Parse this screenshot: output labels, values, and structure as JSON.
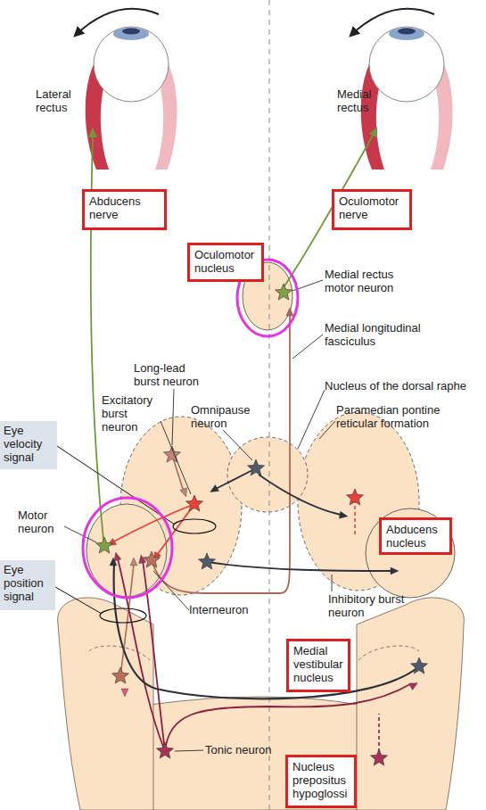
{
  "diagram": {
    "nodes": [
      {
        "text": [
          "Abducens nerve"
        ]
      },
      {
        "text": [
          "Oculomotor nerve"
        ]
      },
      {
        "text": [
          "Oculomotor nucleus"
        ]
      },
      {
        "text": [
          "Eye velocity signal"
        ]
      },
      {
        "text": [
          "Abducens nucleus"
        ]
      },
      {
        "text": [
          "Eye position signal"
        ]
      },
      {
        "text": [
          "Medial vestibular nucleus"
        ]
      },
      {
        "text": [
          "Nucleus prepositus hypoglossi"
        ]
      }
    ],
    "labels": [
      "Lateral rectus",
      "Medial rectus",
      "Medial rectus motor neuron",
      "Medial longitudinal fasciculus",
      "Long-lead burst neuron",
      "Nucleus of the dorsal raphe",
      "Excitatory burst neuron",
      "Omnipause neuron",
      "Paramedian pontine reticular formation",
      "Motor neuron",
      "Inhibitory burst neuron",
      "Interneuron",
      "Tonic neuron"
    ]
  }
}
